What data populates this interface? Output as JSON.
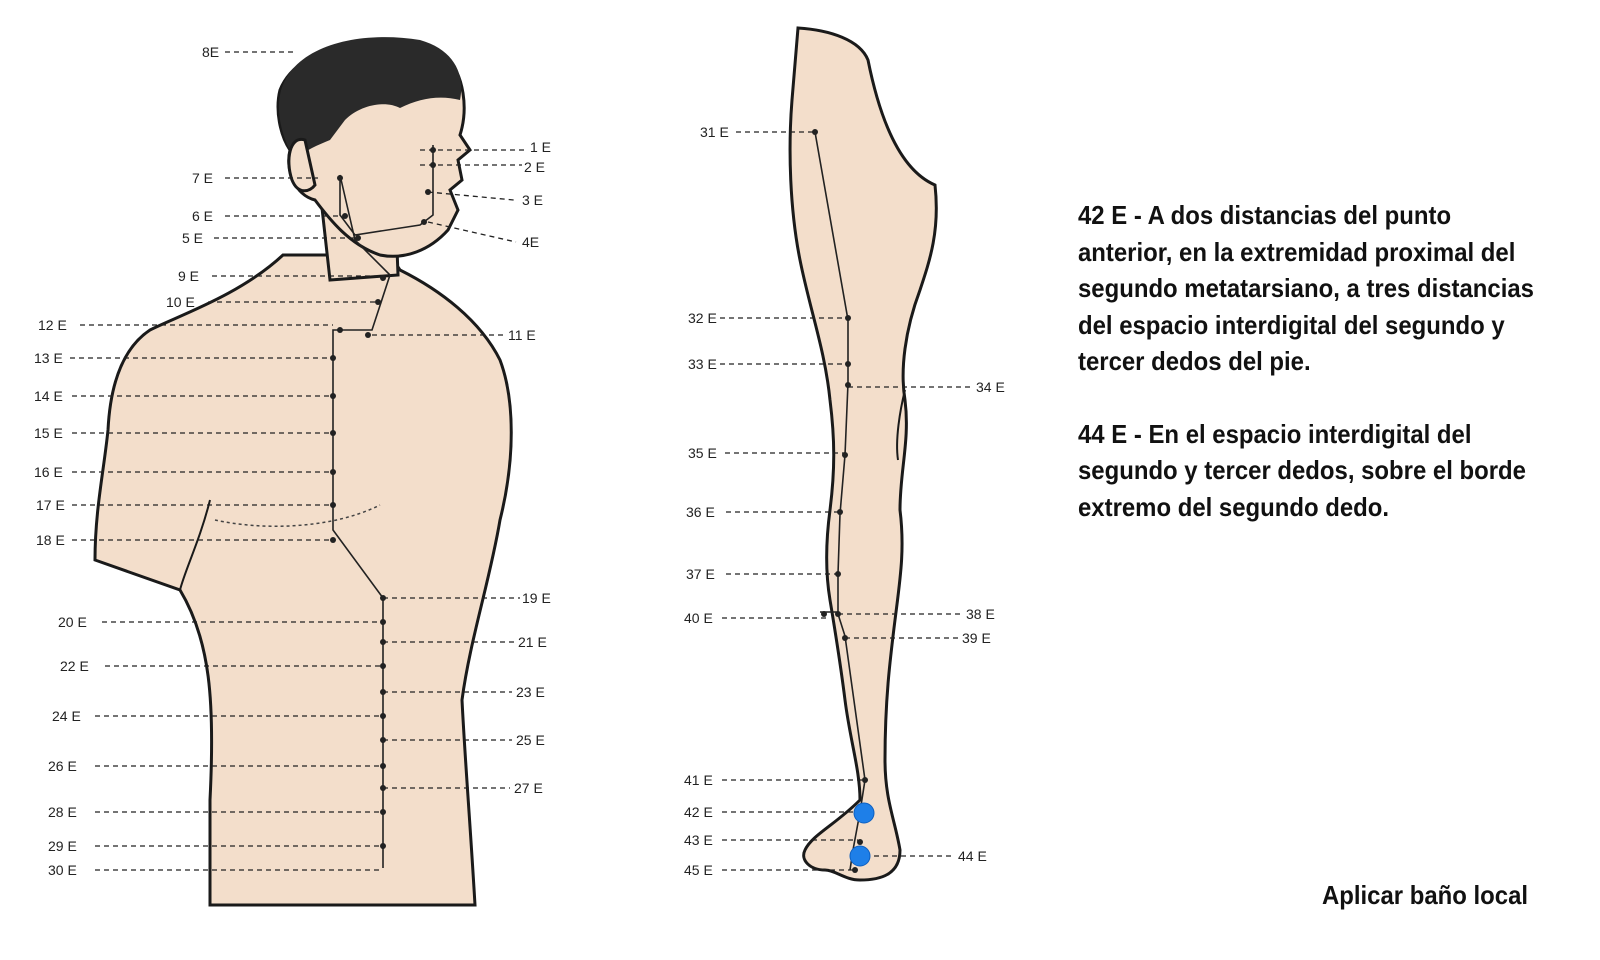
{
  "torso_points": [
    "8E",
    "1 E",
    "2 E",
    "3 E",
    "7 E",
    "6 E",
    "4E",
    "5 E",
    "9 E",
    "10 E",
    "12 E",
    "11 E",
    "13 E",
    "14 E",
    "15 E",
    "16 E",
    "17 E",
    "18 E",
    "20 E",
    "19 E",
    "21 E",
    "22 E",
    "23 E",
    "24 E",
    "25 E",
    "26 E",
    "27 E",
    "28 E",
    "29 E",
    "30 E"
  ],
  "leg_points": [
    "31 E",
    "32 E",
    "33 E",
    "34 E",
    "35 E",
    "36 E",
    "37 E",
    "40 E",
    "38 E",
    "39 E",
    "41 E",
    "42 E",
    "43 E",
    "44 E",
    "45 E"
  ],
  "highlighted_points": [
    "42 E",
    "44 E"
  ],
  "highlight_color": "#1e7fe8",
  "descriptions": [
    {
      "code": "42 E",
      "text": " - A dos distancias del punto anterior, en la extremidad proximal del segundo metatarsiano, a tres distancias del espacio interdigital del segundo y tercer dedos del pie."
    },
    {
      "code": "44 E",
      "text": " - En el espacio interdigital del segundo y tercer dedos, sobre el borde extremo del segundo dedo."
    }
  ],
  "footer": "Aplicar baño local"
}
